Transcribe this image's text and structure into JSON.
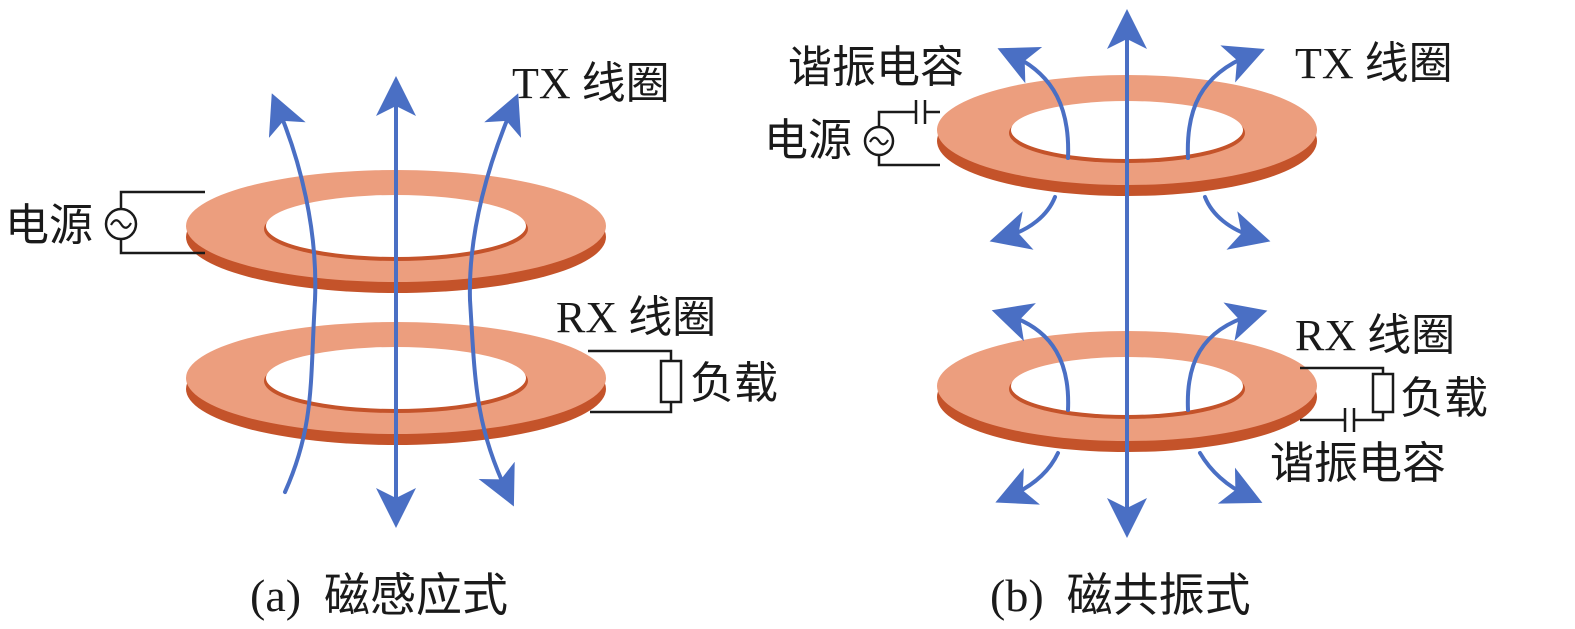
{
  "colors": {
    "coil_face": "#ec9e7e",
    "coil_edge": "#c4532a",
    "field_line": "#4a6fc4",
    "wire": "#1a1a1a"
  },
  "panel_a": {
    "tx_label": "TX 线圈",
    "rx_label": "RX 线圈",
    "source_label": "电源",
    "load_label": "负载",
    "caption": "(a)  磁感应式"
  },
  "panel_b": {
    "tx_label": "TX 线圈",
    "rx_label": "RX 线圈",
    "source_label": "电源",
    "load_label": "负载",
    "cap_top_label": "谐振电容",
    "cap_bottom_label": "谐振电容",
    "caption": "(b)  磁共振式"
  },
  "icons": {
    "source": "ac-source-icon",
    "load": "resistor-icon",
    "capacitor": "capacitor-icon"
  }
}
